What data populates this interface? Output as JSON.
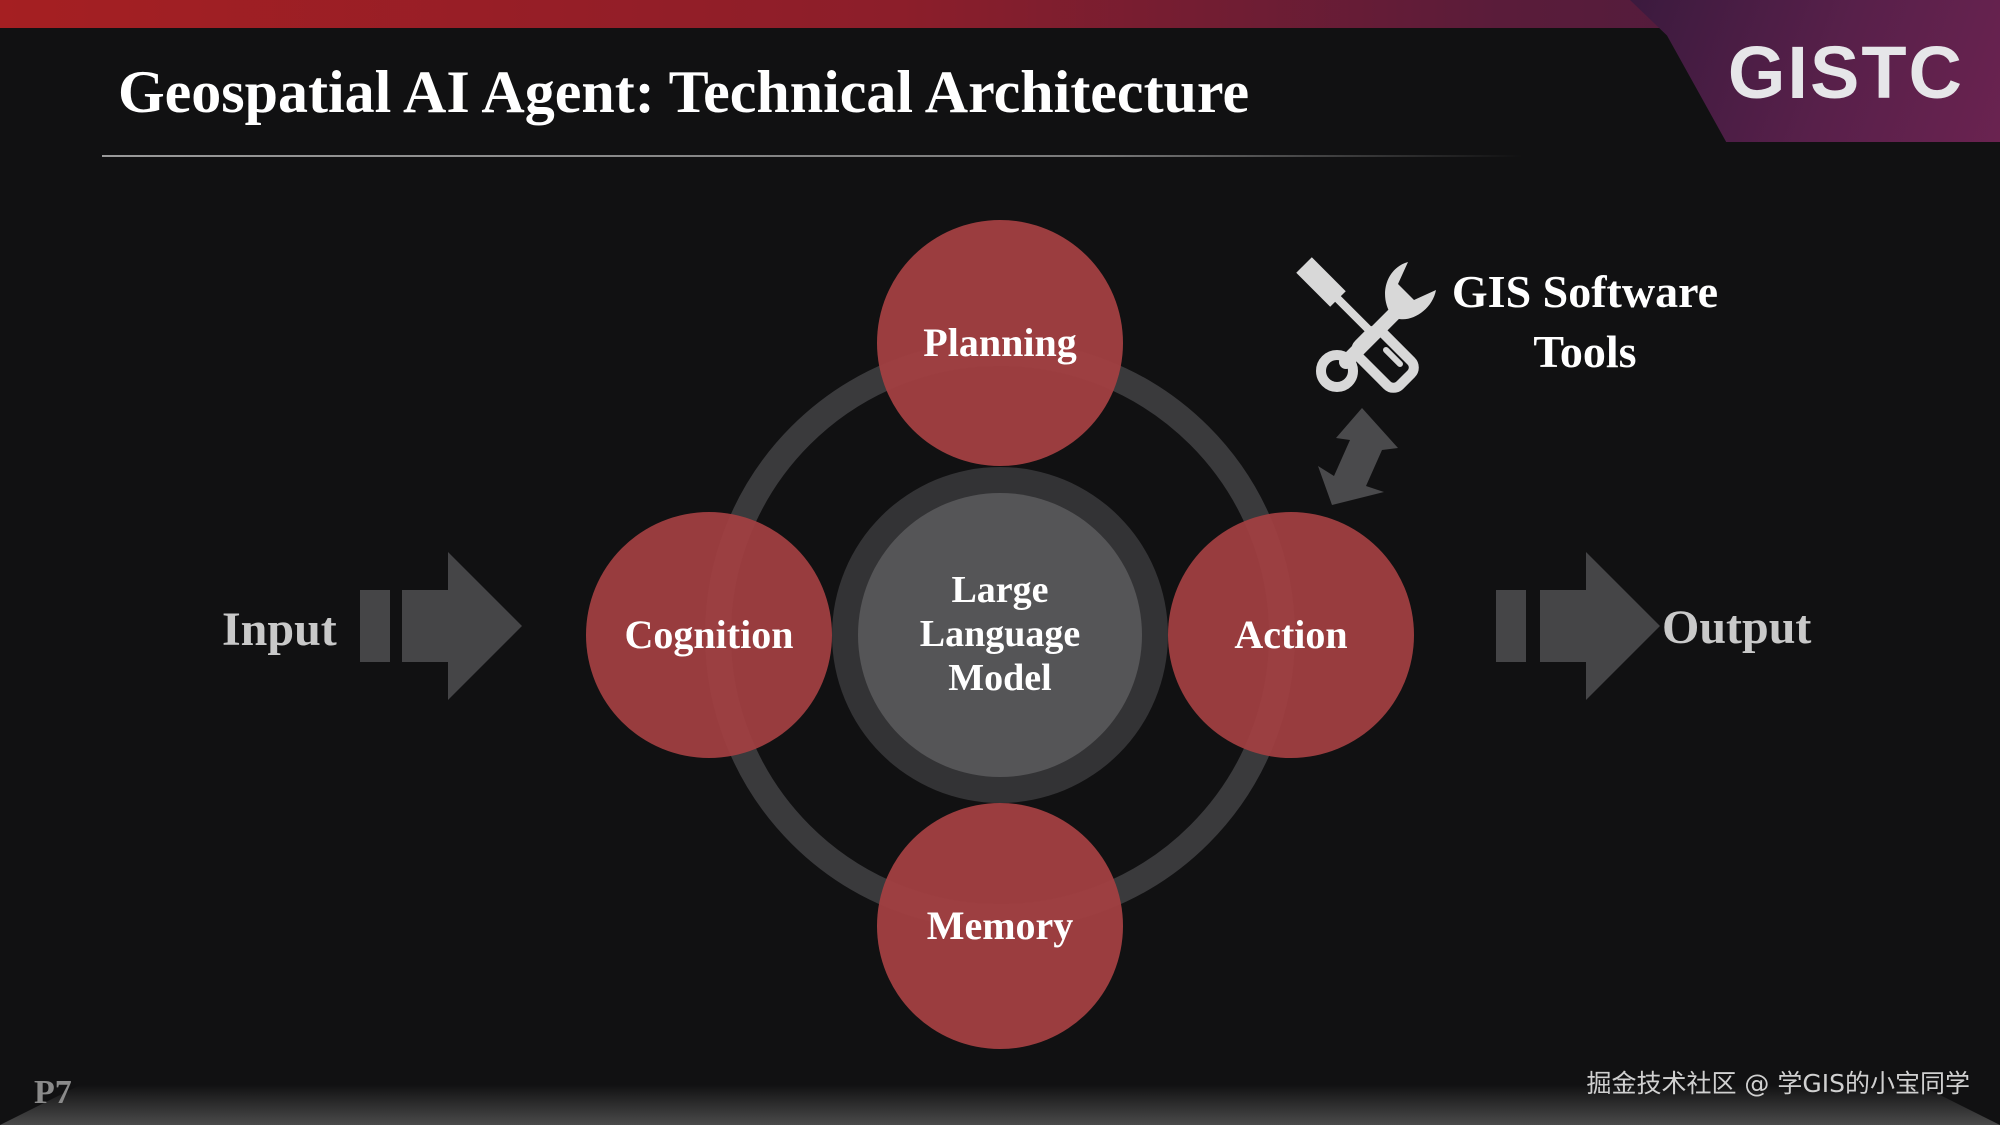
{
  "header": {
    "title": "Geospatial AI Agent: Technical Architecture",
    "logo": "GISTC"
  },
  "diagram": {
    "center": [
      "Large",
      "Language",
      "Model"
    ],
    "nodes": {
      "planning": "Planning",
      "cognition": "Cognition",
      "action": "Action",
      "memory": "Memory"
    },
    "input": "Input",
    "output": "Output",
    "tools": [
      "GIS Software",
      "Tools"
    ],
    "tools_icon": "tools-icon"
  },
  "colors": {
    "background": "#111112",
    "node_red": "#a03f41",
    "ring": "#3a3a3c",
    "center_outer": "#333335",
    "center_inner": "#555557",
    "arrow": "#454547",
    "accent": "#a51f22"
  },
  "footer": {
    "page": "P7",
    "watermark": "掘金技术社区 @ 学GIS的小宝同学"
  }
}
